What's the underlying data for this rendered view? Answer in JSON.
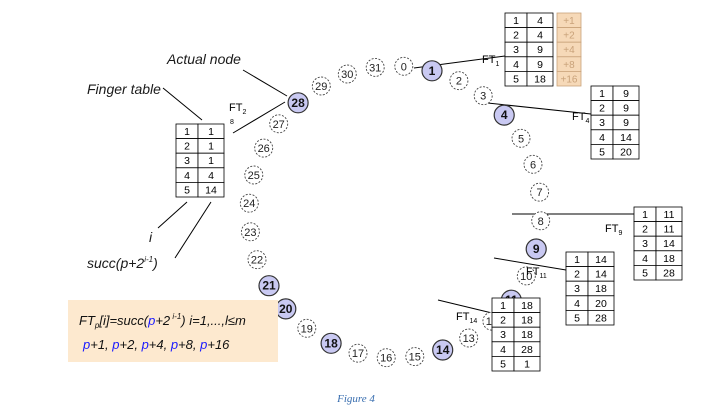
{
  "labels": {
    "actual_node": "Actual node",
    "finger_table": "Finger table",
    "index_i": "i",
    "succ_base": "succ(p+2",
    "succ_exp": "i-1",
    "succ_close": ")"
  },
  "ring": {
    "positions": [
      0,
      1,
      2,
      3,
      4,
      5,
      6,
      7,
      8,
      9,
      10,
      11,
      12,
      13,
      14,
      15,
      16,
      17,
      18,
      19,
      20,
      21,
      22,
      23,
      24,
      25,
      26,
      27,
      28,
      29,
      30,
      31
    ],
    "active_nodes": [
      1,
      4,
      9,
      11,
      14,
      18,
      20,
      21,
      28
    ],
    "colors": {
      "active_fill": "#c9c9f2",
      "active_stroke": "#333333",
      "empty_stroke": "#444444"
    }
  },
  "finger_tables": [
    {
      "node": 1,
      "name": "FT",
      "sub": "1",
      "rows": [
        [
          1,
          4
        ],
        [
          2,
          4
        ],
        [
          3,
          9
        ],
        [
          4,
          9
        ],
        [
          5,
          18
        ]
      ],
      "hints": [
        "+1",
        "+2",
        "+4",
        "+8",
        "+16"
      ]
    },
    {
      "node": 4,
      "name": "FT",
      "sub": "4",
      "rows": [
        [
          1,
          9
        ],
        [
          2,
          9
        ],
        [
          3,
          9
        ],
        [
          4,
          14
        ],
        [
          5,
          20
        ]
      ]
    },
    {
      "node": 9,
      "name": "FT",
      "sub": "9",
      "rows": [
        [
          1,
          11
        ],
        [
          2,
          11
        ],
        [
          3,
          14
        ],
        [
          4,
          18
        ],
        [
          5,
          28
        ]
      ]
    },
    {
      "node": 11,
      "name": "FT",
      "sub": "11",
      "rows": [
        [
          1,
          14
        ],
        [
          2,
          14
        ],
        [
          3,
          18
        ],
        [
          4,
          20
        ],
        [
          5,
          28
        ]
      ]
    },
    {
      "node": 14,
      "name": "FT",
      "sub": "14",
      "rows": [
        [
          1,
          18
        ],
        [
          2,
          18
        ],
        [
          3,
          18
        ],
        [
          4,
          28
        ],
        [
          5,
          1
        ]
      ]
    },
    {
      "node": 28,
      "name": "FT",
      "sub": "2",
      "extra": "8",
      "rows": [
        [
          1,
          1
        ],
        [
          2,
          1
        ],
        [
          3,
          1
        ],
        [
          4,
          4
        ],
        [
          5,
          14
        ]
      ]
    }
  ],
  "formula_box": {
    "line1": {
      "a": "FT",
      "b": "p",
      "c": "[i]=succ(",
      "d": "p",
      "e": "+2",
      "f": " i-1",
      "g": ") i=1,...,l≤m"
    },
    "line2": {
      "p1": "p",
      "t1": "+1, ",
      "p2": "p",
      "t2": "+2, ",
      "p3": "p",
      "t3": "+4, ",
      "p4": "p",
      "t4": "+8, ",
      "p5": "p",
      "t5": "+16"
    },
    "colors": {
      "fill": "#fde9cf",
      "accent": "#1a1aff"
    }
  },
  "caption": "Figure 4"
}
